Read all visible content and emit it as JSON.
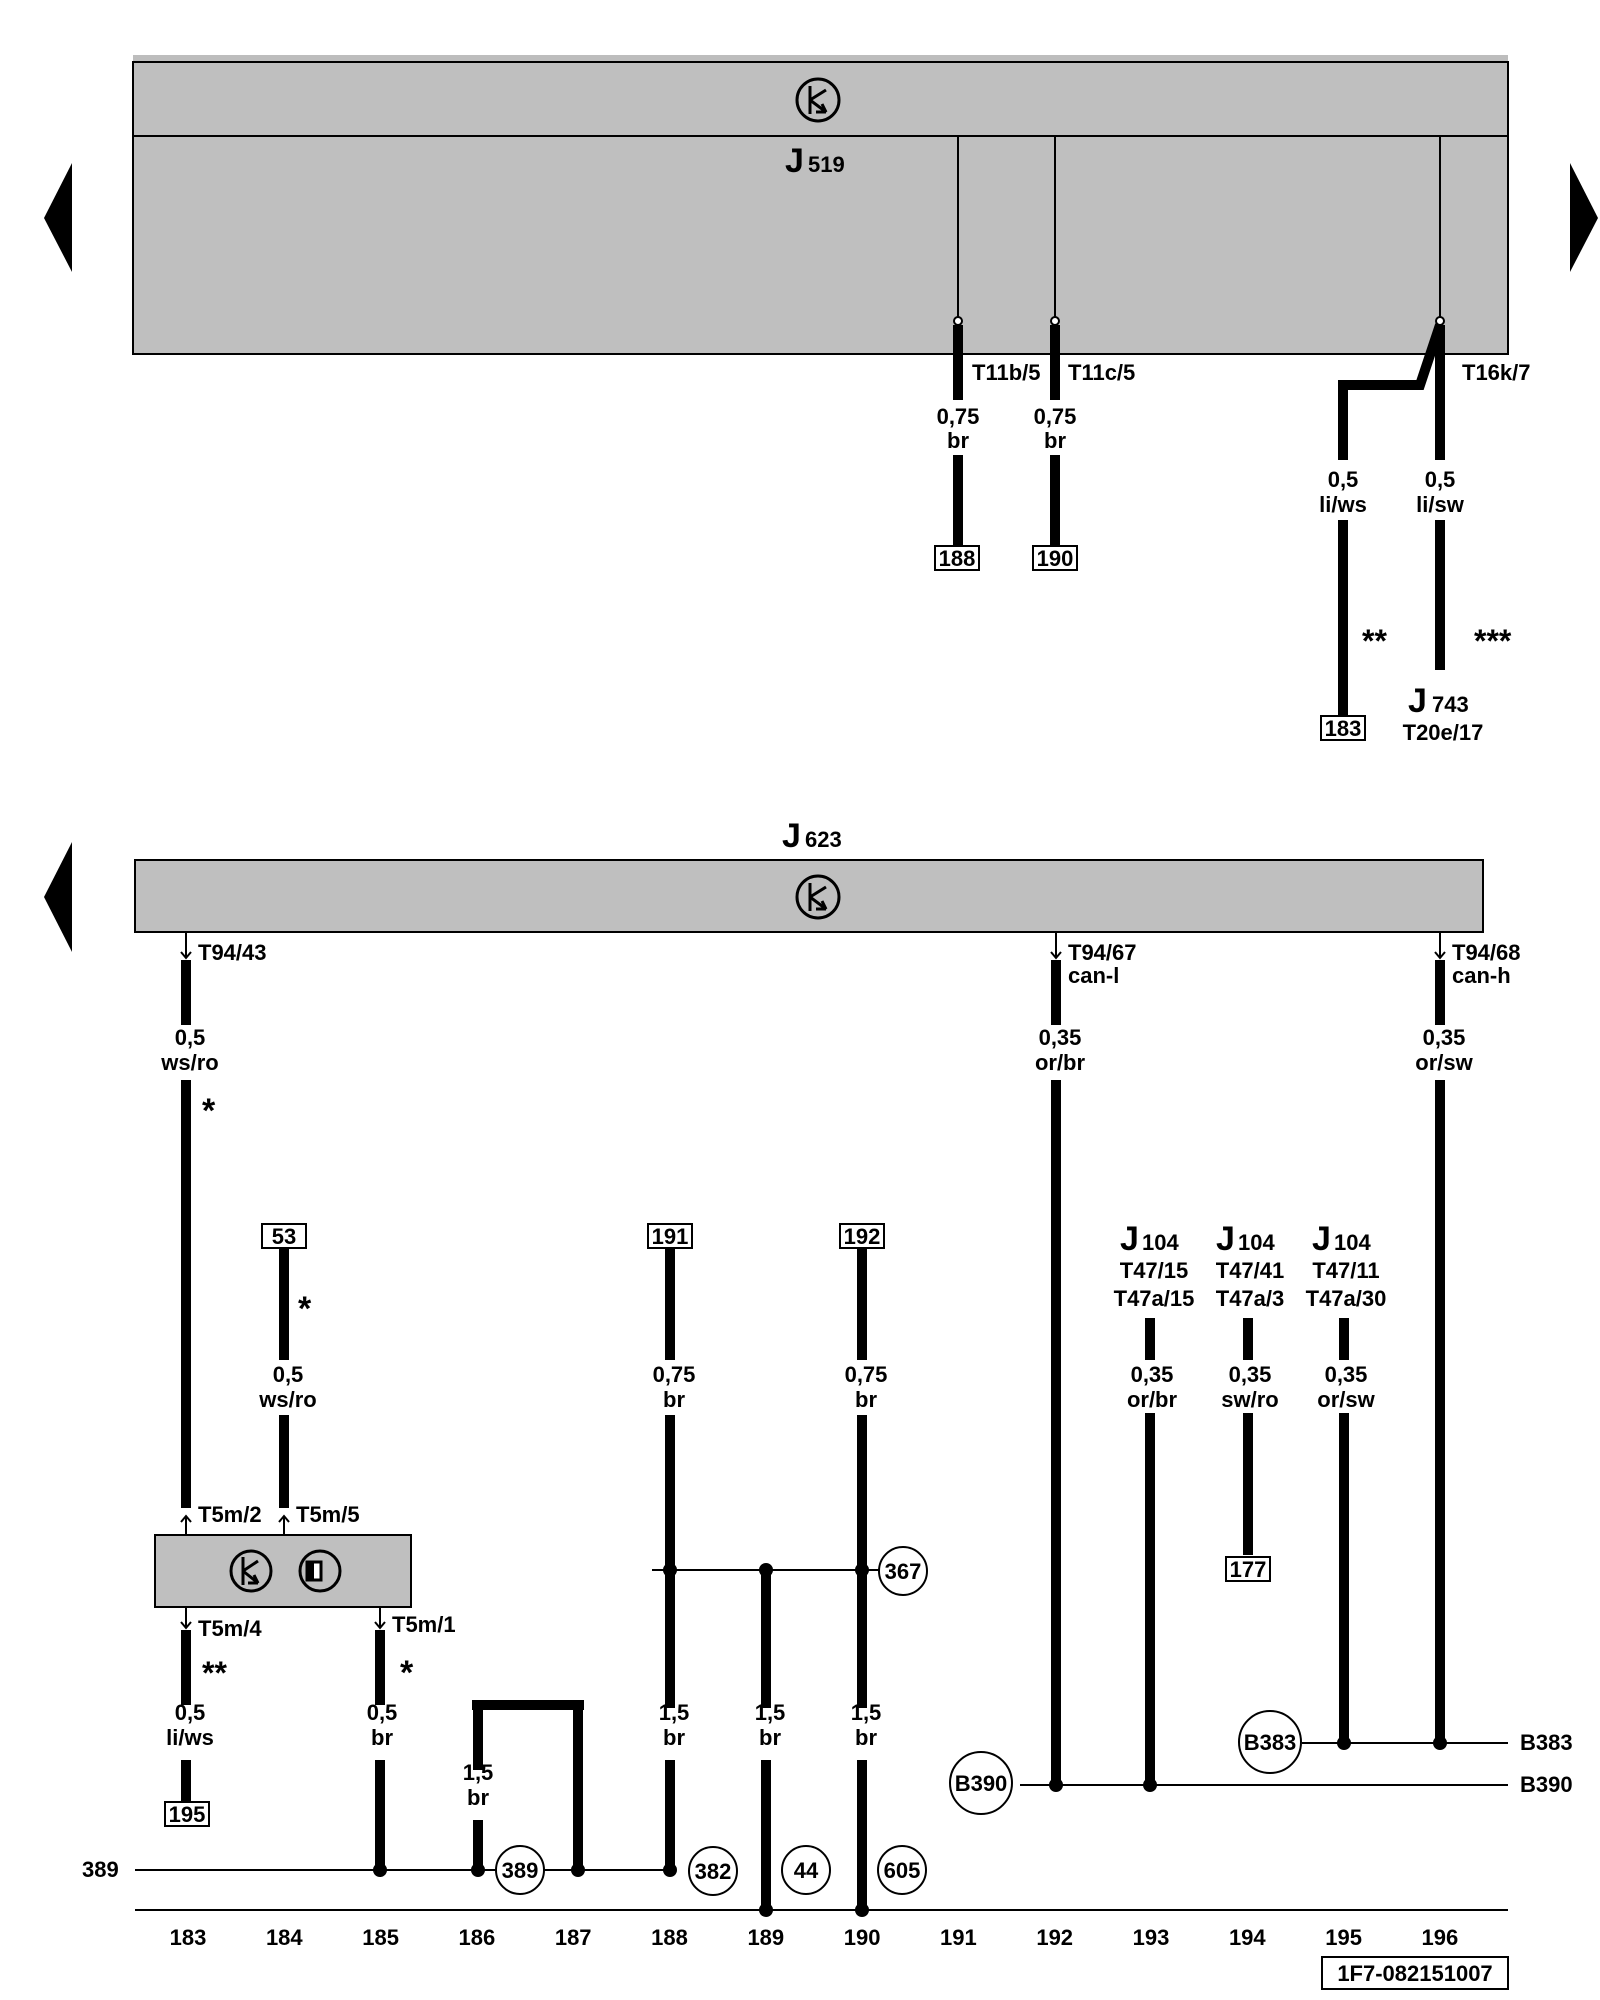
{
  "components": {
    "j519": {
      "letter": "J",
      "sub": "519"
    },
    "j623": {
      "letter": "J",
      "sub": "623"
    },
    "j743": {
      "letter": "J",
      "sub": "743",
      "pin": "T20e/17"
    },
    "j104a": {
      "letter": "J",
      "sub": "104",
      "pin1": "T47/15",
      "pin2": "T47a/15"
    },
    "j104b": {
      "letter": "J",
      "sub": "104",
      "pin1": "T47/41",
      "pin2": "T47a/3"
    },
    "j104c": {
      "letter": "J",
      "sub": "104",
      "pin1": "T47/11",
      "pin2": "T47a/30"
    }
  },
  "pins": {
    "t11b5": "T11b/5",
    "t11c5": "T11c/5",
    "t16k7": "T16k/7",
    "t9443": "T94/43",
    "t9467": "T94/67",
    "t9467sig": "can-l",
    "t9468": "T94/68",
    "t9468sig": "can-h",
    "t5m2": "T5m/2",
    "t5m5": "T5m/5",
    "t5m4": "T5m/4",
    "t5m1": "T5m/1"
  },
  "wires": {
    "w188": {
      "gauge": "0,75",
      "color": "br"
    },
    "w190": {
      "gauge": "0,75",
      "color": "br"
    },
    "w183top": {
      "gauge": "0,5",
      "color": "li/ws"
    },
    "w743": {
      "gauge": "0,5",
      "color": "li/sw"
    },
    "w183": {
      "gauge": "0,5",
      "color": "ws/ro"
    },
    "w184": {
      "gauge": "0,5",
      "color": "ws/ro"
    },
    "w188b": {
      "gauge": "0,75",
      "color": "br"
    },
    "w190b": {
      "gauge": "0,75",
      "color": "br"
    },
    "w192": {
      "gauge": "0,35",
      "color": "or/br"
    },
    "w196": {
      "gauge": "0,35",
      "color": "or/sw"
    },
    "w193": {
      "gauge": "0,35",
      "color": "or/br"
    },
    "w194": {
      "gauge": "0,35",
      "color": "sw/ro"
    },
    "w195": {
      "gauge": "0,35",
      "color": "or/sw"
    },
    "w183bot": {
      "gauge": "0,5",
      "color": "li/ws"
    },
    "w185": {
      "gauge": "0,5",
      "color": "br"
    },
    "w186": {
      "gauge": "1,5",
      "color": "br"
    },
    "w188c": {
      "gauge": "1,5",
      "color": "br"
    },
    "w189": {
      "gauge": "1,5",
      "color": "br"
    },
    "w190c": {
      "gauge": "1,5",
      "color": "br"
    }
  },
  "refs": {
    "r188": "188",
    "r190": "190",
    "r183": "183",
    "r53": "53",
    "r191": "191",
    "r192": "192",
    "r177": "177",
    "r195": "195"
  },
  "circles": {
    "c367": "367",
    "c389": "389",
    "c382": "382",
    "c44": "44",
    "c605": "605",
    "cb383": "B383",
    "cb390": "B390"
  },
  "marks": {
    "m_dbl_top": "**",
    "m_tri_top": "***",
    "m_single_183": "*",
    "m_single_184": "*",
    "m_dbl_bot": "**",
    "m_single_185": "*"
  },
  "lines": {
    "l389": "389",
    "lb383": "B383",
    "lb390": "B390"
  },
  "columns": [
    "183",
    "184",
    "185",
    "186",
    "187",
    "188",
    "189",
    "190",
    "191",
    "192",
    "193",
    "194",
    "195",
    "196"
  ],
  "footer": {
    "code": "1F7-082151007"
  }
}
